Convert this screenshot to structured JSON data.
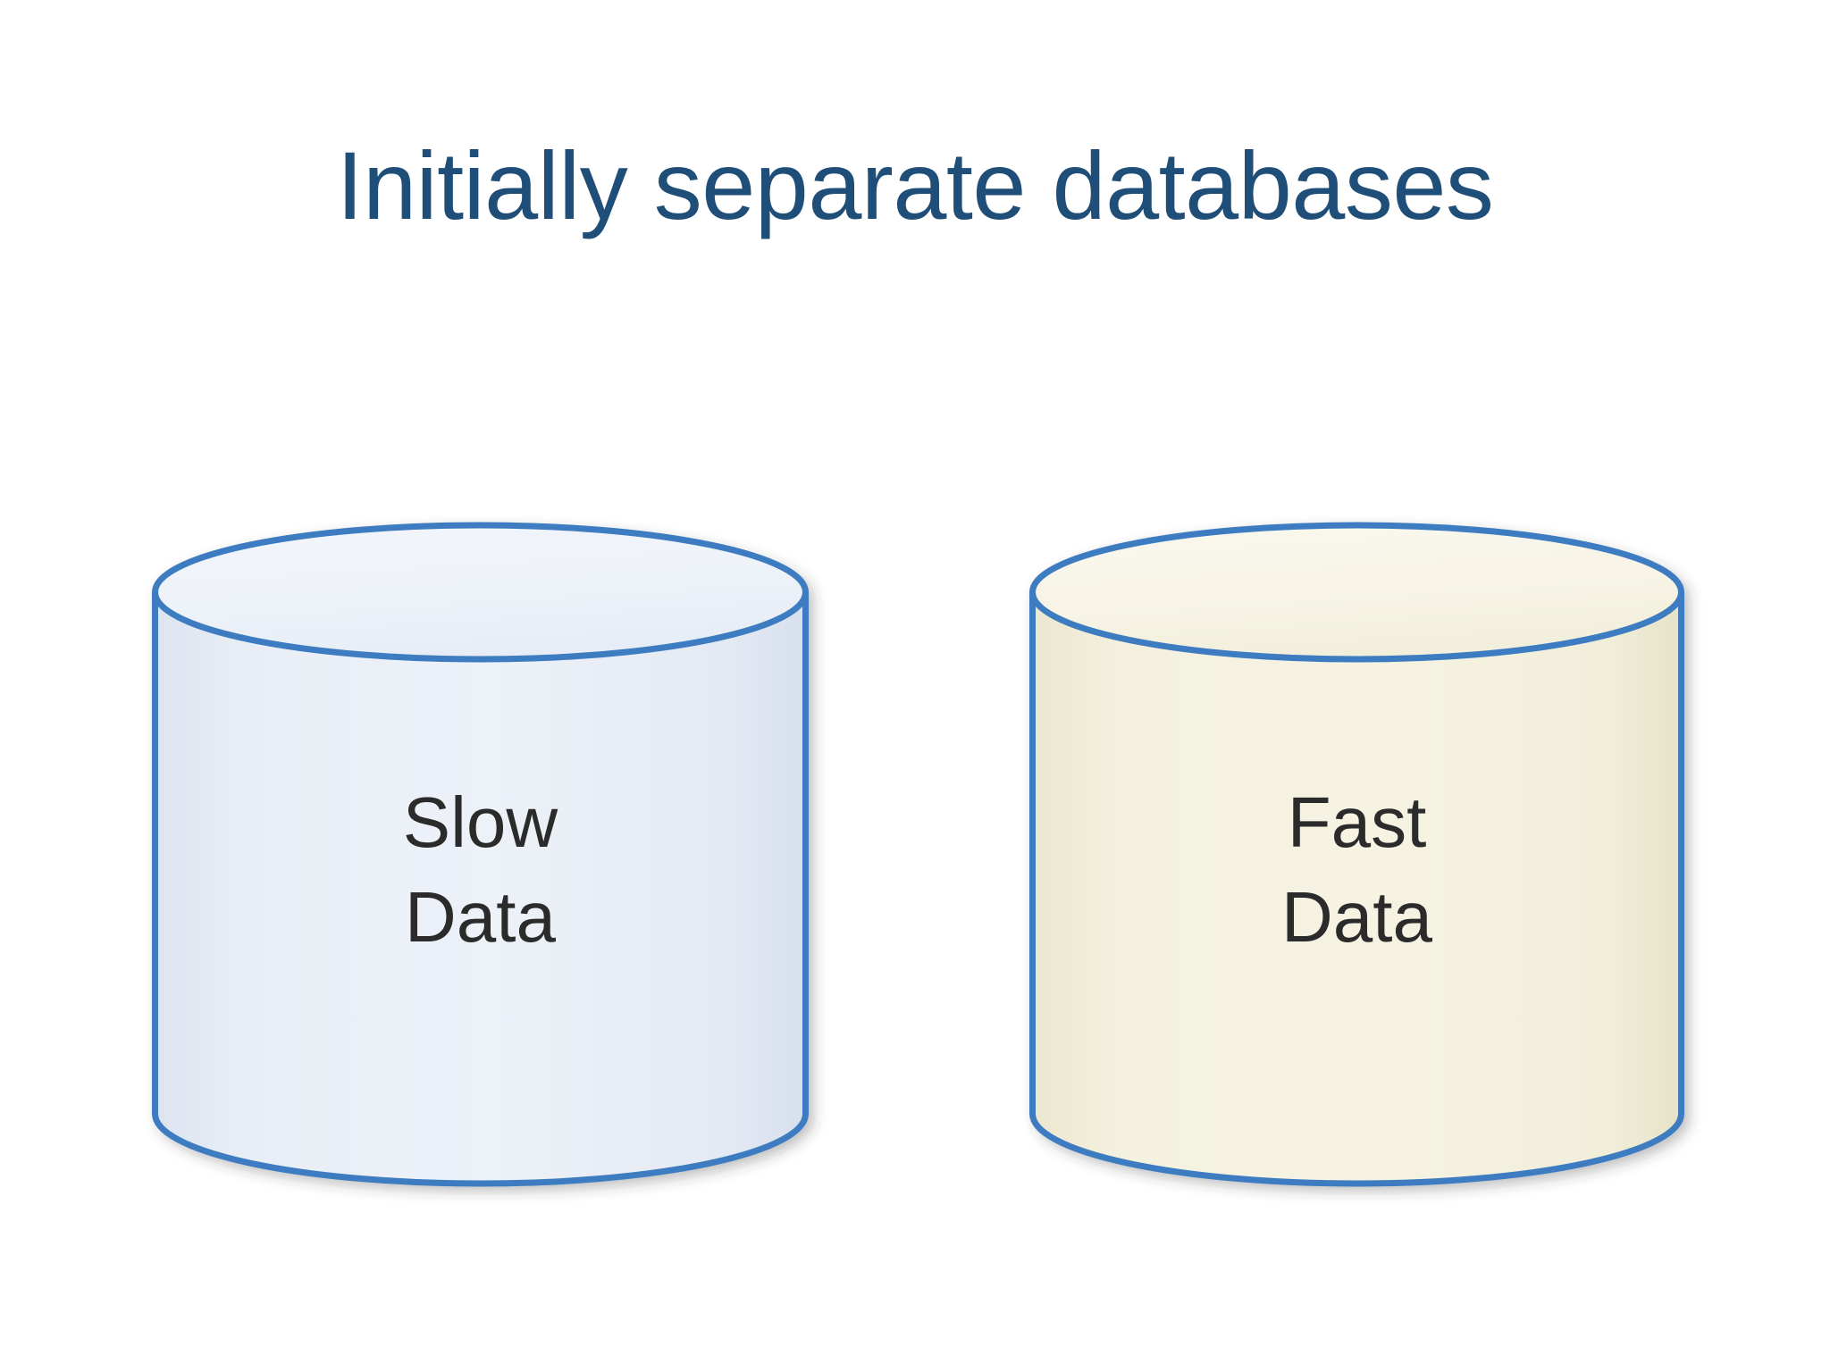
{
  "slide": {
    "title": "Initially separate databases",
    "background_color": "#FFFFFF",
    "title_color": "#1F4E79"
  },
  "databases": [
    {
      "id": "slow-data",
      "name": "Slow Data",
      "label_line1": "Slow",
      "label_line2": "Data",
      "fill_color": "#E8EDF5",
      "stroke_color": "#3D7CC0",
      "text_color": "#2B2B2B"
    },
    {
      "id": "fast-data",
      "name": "Fast Data",
      "label_line1": "Fast",
      "label_line2": "Data",
      "fill_color": "#F4F1DF",
      "stroke_color": "#3D7CC0",
      "text_color": "#2B2B2B"
    }
  ]
}
